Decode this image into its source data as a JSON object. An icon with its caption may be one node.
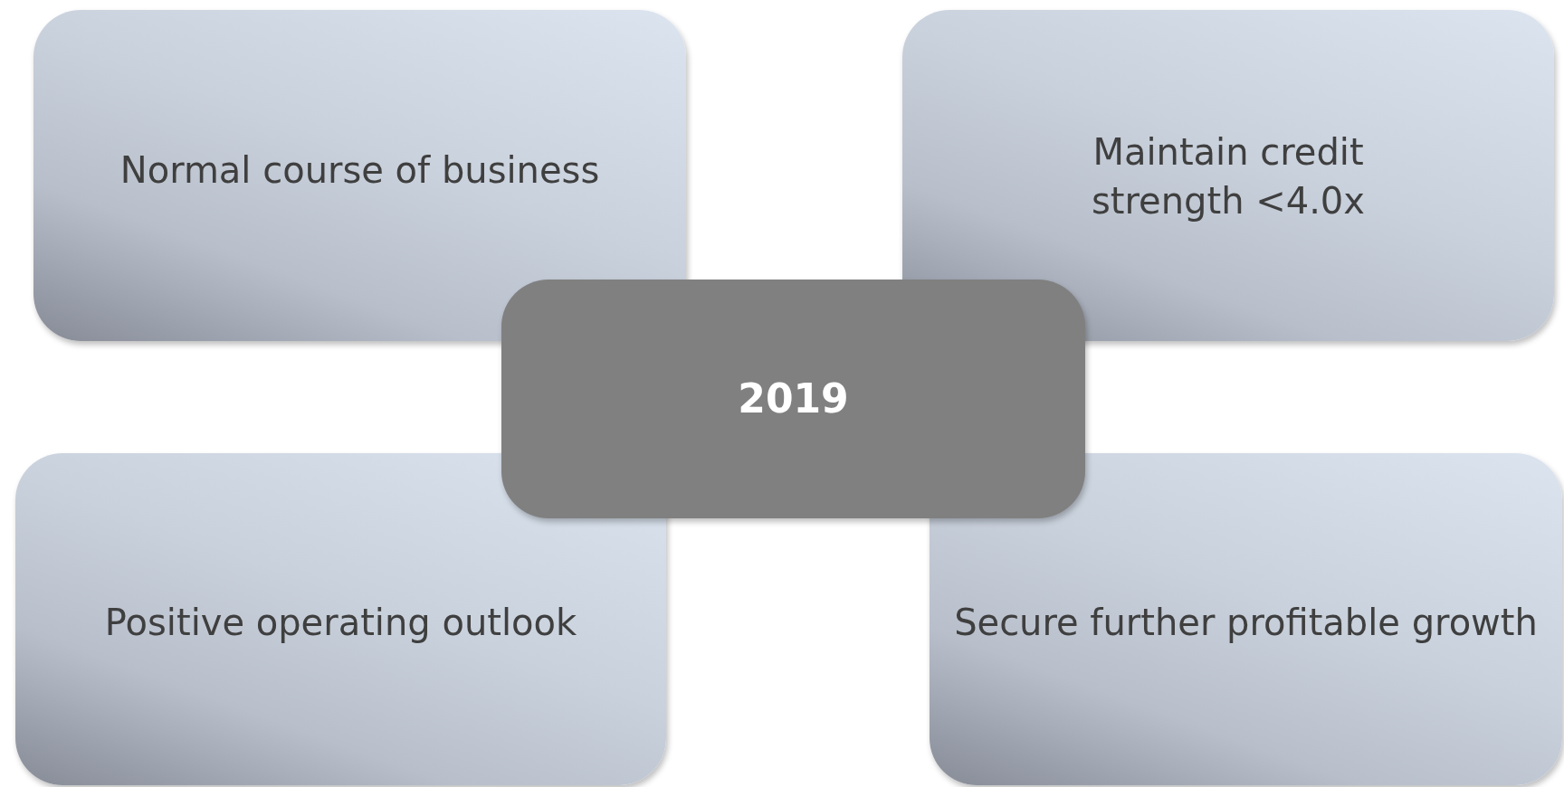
{
  "diagram": {
    "nodes": [
      {
        "text": [
          "Normal course of business"
        ]
      },
      {
        "text": [
          "Maintain credit strength <4.0x"
        ]
      },
      {
        "text": [
          "2019"
        ]
      },
      {
        "text": [
          "Positive operating outlook"
        ]
      },
      {
        "text": [
          "Secure further profitable growth"
        ]
      }
    ]
  }
}
